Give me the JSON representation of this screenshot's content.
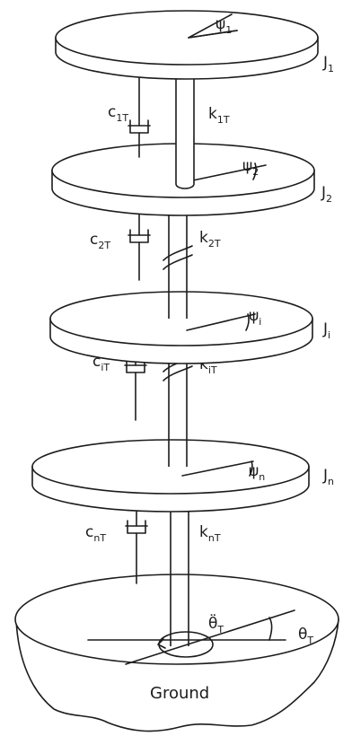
{
  "diagram": {
    "disks": [
      {
        "inertia": {
          "base": "J",
          "sub": "1"
        },
        "angle": {
          "base": "ψ",
          "sub": "1"
        }
      },
      {
        "inertia": {
          "base": "J",
          "sub": "2"
        },
        "angle": {
          "base": "ψ",
          "sub": "2"
        }
      },
      {
        "inertia": {
          "base": "J",
          "sub": "i"
        },
        "angle": {
          "base": "ψ",
          "sub": "i"
        }
      },
      {
        "inertia": {
          "base": "J",
          "sub": "n"
        },
        "angle": {
          "base": "ψ",
          "sub": "n"
        }
      }
    ],
    "couplings": [
      {
        "damper": {
          "base": "c",
          "sub": "1T"
        },
        "spring": {
          "base": "k",
          "sub": "1T"
        }
      },
      {
        "damper": {
          "base": "c",
          "sub": "2T"
        },
        "spring": {
          "base": "k",
          "sub": "2T"
        }
      },
      {
        "damper": {
          "base": "c",
          "sub": "iT"
        },
        "spring": {
          "base": "k",
          "sub": "iT"
        }
      },
      {
        "damper": {
          "base": "c",
          "sub": "nT"
        },
        "spring": {
          "base": "k",
          "sub": "nT"
        }
      }
    ],
    "ground": {
      "label": "Ground",
      "accel": {
        "base": "θ̈",
        "sub": "T"
      },
      "angle": {
        "base": "θ",
        "sub": "T"
      }
    }
  }
}
